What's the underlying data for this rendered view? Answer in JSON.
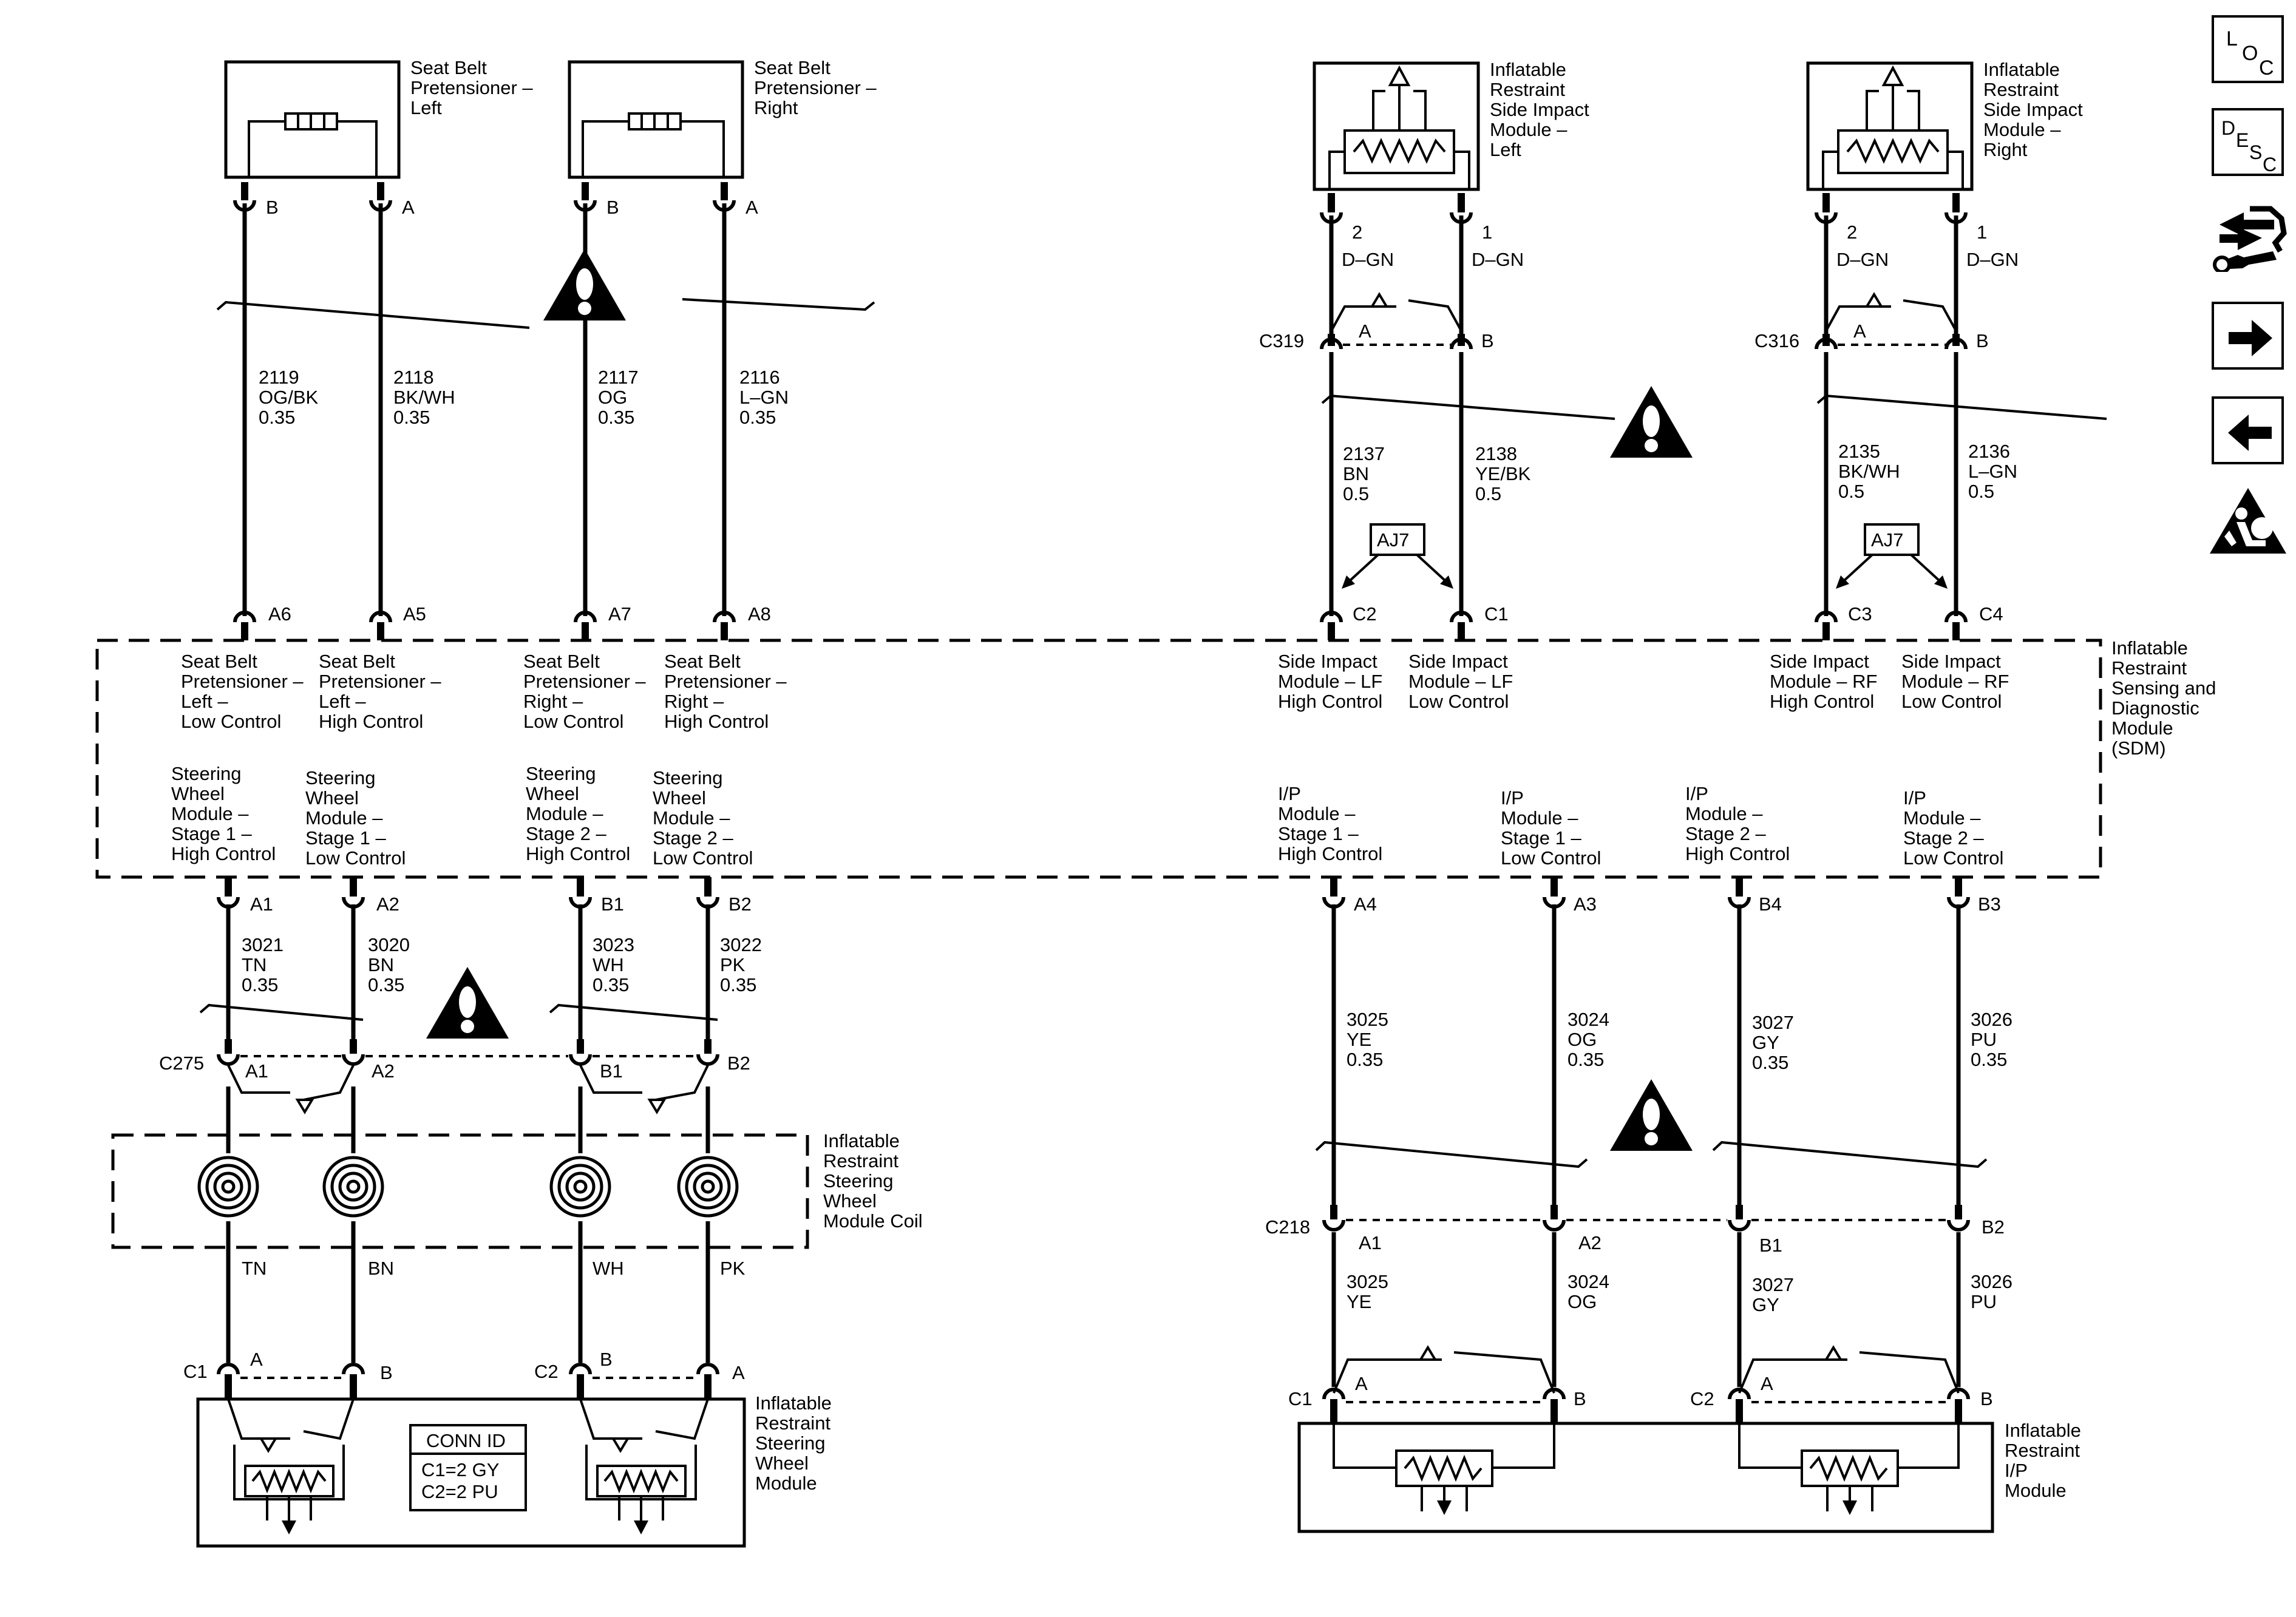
{
  "top_components": {
    "sbp_left": [
      "Seat Belt",
      "Pretensioner –",
      "Left"
    ],
    "sbp_right": [
      "Seat Belt",
      "Pretensioner –",
      "Right"
    ],
    "side_left": [
      "Inflatable",
      "Restraint",
      "Side Impact",
      "Module –",
      "Left"
    ],
    "side_right": [
      "Inflatable",
      "Restraint",
      "Side Impact",
      "Module –",
      "Right"
    ]
  },
  "top_pins": [
    "B",
    "A",
    "B",
    "A",
    "2",
    "1",
    "2",
    "1"
  ],
  "side_module_wire_colors": [
    "D–GN",
    "D–GN",
    "D–GN",
    "D–GN"
  ],
  "connectors": {
    "c319": "C319",
    "c316": "C316",
    "c275": "C275",
    "c218": "C218",
    "c1": "C1",
    "c2": "C2",
    "ab_a": "A",
    "ab_b": "B",
    "swm_pins": [
      "A1",
      "A2",
      "B1",
      "B2"
    ],
    "ip_pins": [
      "A1",
      "A2",
      "B1",
      "B2"
    ]
  },
  "upper_wires": [
    {
      "circuit": "2119",
      "color": "OG/BK",
      "gauge": "0.35"
    },
    {
      "circuit": "2118",
      "color": "BK/WH",
      "gauge": "0.35"
    },
    {
      "circuit": "2117",
      "color": "OG",
      "gauge": "0.35"
    },
    {
      "circuit": "2116",
      "color": "L–GN",
      "gauge": "0.35"
    },
    {
      "circuit": "2137",
      "color": "BN",
      "gauge": "0.5"
    },
    {
      "circuit": "2138",
      "color": "YE/BK",
      "gauge": "0.5"
    },
    {
      "circuit": "2135",
      "color": "BK/WH",
      "gauge": "0.5"
    },
    {
      "circuit": "2136",
      "color": "L–GN",
      "gauge": "0.5"
    }
  ],
  "aj7": "AJ7",
  "sdm_top_pins": [
    "A6",
    "A5",
    "A7",
    "A8",
    "C2",
    "C1",
    "C3",
    "C4"
  ],
  "sdm_top_labels": [
    [
      "Seat Belt",
      "Pretensioner –",
      "Left –",
      "Low Control"
    ],
    [
      "Seat Belt",
      "Pretensioner –",
      "Left –",
      "High Control"
    ],
    [
      "Seat Belt",
      "Pretensioner –",
      "Right –",
      "Low Control"
    ],
    [
      "Seat Belt",
      "Pretensioner –",
      "Right –",
      "High Control"
    ],
    [
      "Side Impact",
      "Module – LF",
      "High Control"
    ],
    [
      "Side Impact",
      "Module – LF",
      "Low Control"
    ],
    [
      "Side Impact",
      "Module – RF",
      "High Control"
    ],
    [
      "Side Impact",
      "Module – RF",
      "Low Control"
    ]
  ],
  "sdm_name": [
    "Inflatable",
    "Restraint",
    "Sensing and",
    "Diagnostic",
    "Module",
    "(SDM)"
  ],
  "sdm_bottom_labels": [
    [
      "Steering",
      "Wheel",
      "Module –",
      "Stage 1 –",
      "High Control"
    ],
    [
      "Steering",
      "Wheel",
      "Module –",
      "Stage 1 –",
      "Low Control"
    ],
    [
      "Steering",
      "Wheel",
      "Module –",
      "Stage 2 –",
      "High Control"
    ],
    [
      "Steering",
      "Wheel",
      "Module –",
      "Stage 2 –",
      "Low Control"
    ],
    [
      "I/P",
      "Module –",
      "Stage 1 –",
      "High Control"
    ],
    [
      "I/P",
      "Module –",
      "Stage 1 –",
      "Low Control"
    ],
    [
      "I/P",
      "Module –",
      "Stage 2 –",
      "High Control"
    ],
    [
      "I/P",
      "Module –",
      "Stage 2 –",
      "Low Control"
    ]
  ],
  "sdm_bottom_pins": [
    "A1",
    "A2",
    "B1",
    "B2",
    "A4",
    "A3",
    "B4",
    "B3"
  ],
  "lower_wires": [
    {
      "circuit": "3021",
      "color": "TN",
      "gauge": "0.35"
    },
    {
      "circuit": "3020",
      "color": "BN",
      "gauge": "0.35"
    },
    {
      "circuit": "3023",
      "color": "WH",
      "gauge": "0.35"
    },
    {
      "circuit": "3022",
      "color": "PK",
      "gauge": "0.35"
    },
    {
      "circuit": "3025",
      "color": "YE",
      "gauge": "0.35"
    },
    {
      "circuit": "3024",
      "color": "OG",
      "gauge": "0.35"
    },
    {
      "circuit": "3027",
      "color": "GY",
      "gauge": "0.35"
    },
    {
      "circuit": "3026",
      "color": "PU",
      "gauge": "0.35"
    }
  ],
  "coil_name": [
    "Inflatable",
    "Restraint",
    "Steering",
    "Wheel",
    "Module Coil"
  ],
  "coil_wire_colors": [
    "TN",
    "BN",
    "WH",
    "PK"
  ],
  "ip_after_c218": [
    {
      "circuit": "3025",
      "color": "YE"
    },
    {
      "circuit": "3024",
      "color": "OG"
    },
    {
      "circuit": "3027",
      "color": "GY"
    },
    {
      "circuit": "3026",
      "color": "PU"
    }
  ],
  "swm_name": [
    "Inflatable",
    "Restraint",
    "Steering",
    "Wheel",
    "Module"
  ],
  "ip_name": [
    "Inflatable",
    "Restraint",
    "I/P",
    "Module"
  ],
  "conn_id": {
    "title": "CONN ID",
    "lines": [
      "C1=2 GY",
      "C2=2 PU"
    ]
  },
  "nav": {
    "loc": [
      "L",
      "O",
      "C"
    ],
    "desc": [
      "D",
      "E",
      "S",
      "C"
    ],
    "icons": [
      "component-locator-icon",
      "description-icon",
      "diagnostic-repair-icon",
      "next-page-icon",
      "previous-page-icon",
      "airbag-warning-icon"
    ]
  }
}
